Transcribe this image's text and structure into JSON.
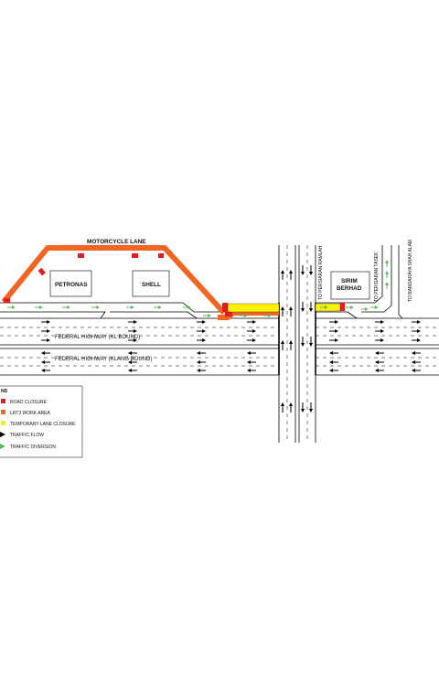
{
  "labels": {
    "motorcycle_lane": "MOTORCYCLE LANE",
    "petronas": "PETRONAS",
    "shell": "SHELL",
    "sirim_line1": "SIRIM",
    "sirim_line2": "BERHAD",
    "federal_kl": "FEDERAL HIGHWAY (KL BOUND)",
    "federal_klang": "FEDERAL HIGHWAY (KLANG BOUND)",
    "to_ramlah": "TO PERSIARAN RAMLAH",
    "to_tasek": "TO PERSIARAN TASEK",
    "to_bandaraya": "TO BANDARAYA SHAH ALAM"
  },
  "legend": {
    "title": "ND",
    "items": [
      {
        "label": "ROAD CLOSURE",
        "color": "#e31b23",
        "symbol": "square"
      },
      {
        "label": "LRT3 WORK AREA",
        "color": "#f26522",
        "symbol": "square"
      },
      {
        "label": "TEMPORARY LANE CLOSURE",
        "color": "#fff200",
        "symbol": "square"
      },
      {
        "label": "TRAFFIC FLOW",
        "color": "#000000",
        "symbol": "arrow"
      },
      {
        "label": "TRAFFIC DIVERSION",
        "color": "#5cb85c",
        "symbol": "arrow"
      }
    ]
  },
  "colors": {
    "road_closure": "#e31b23",
    "work_area": "#f26522",
    "lane_closure": "#fff200",
    "traffic_flow": "#000000",
    "diversion": "#5cb85c"
  }
}
